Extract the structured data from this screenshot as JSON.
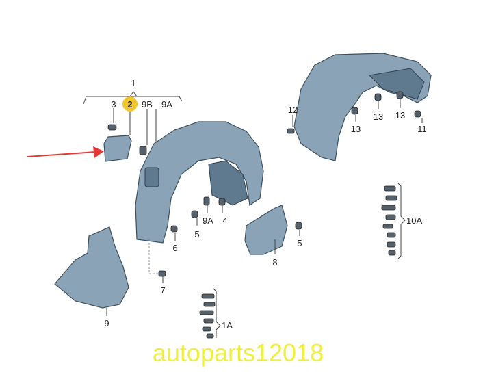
{
  "diagram": {
    "labels": {
      "l1": "1",
      "l3": "3",
      "l2": "2",
      "l9b": "9B",
      "l9a_top": "9A",
      "l12": "12",
      "l13a": "13",
      "l13b": "13",
      "l13c": "13",
      "l11": "11",
      "l9a_mid": "9A",
      "l4": "4",
      "l5a": "5",
      "l6": "6",
      "l5b": "5",
      "l8": "8",
      "l7": "7",
      "l9": "9",
      "l10a": "10A",
      "l1a": "1A"
    },
    "highlight_color": "#f2c52a",
    "arrow_color": "#e53935",
    "watermark": "autoparts12018"
  }
}
